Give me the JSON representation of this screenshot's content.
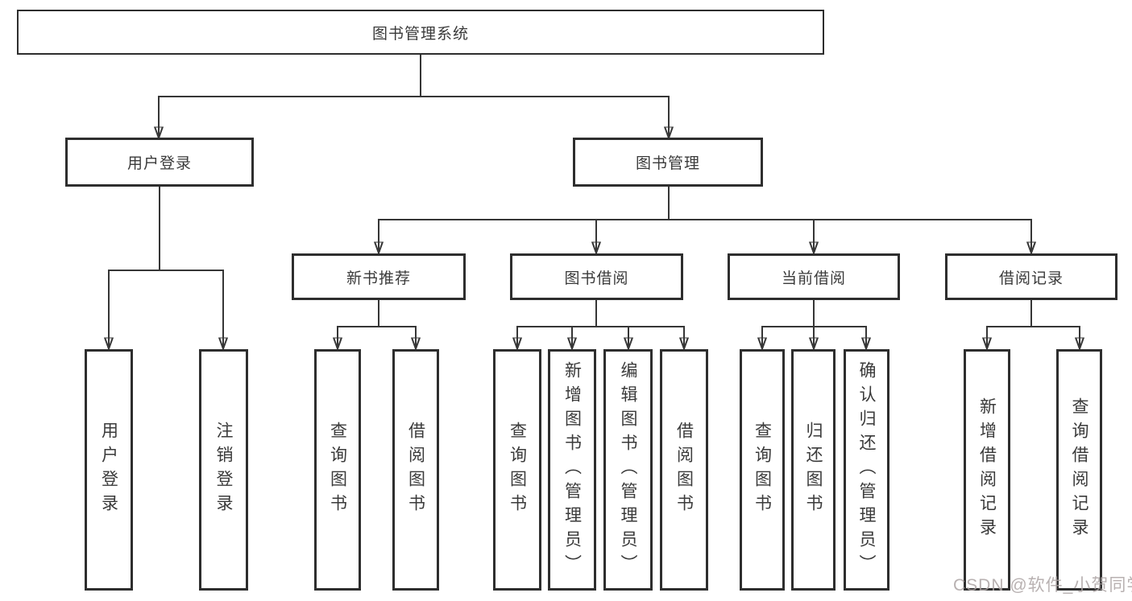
{
  "diagram": {
    "root": "图书管理系统",
    "branches": [
      {
        "label": "用户登录",
        "children": [
          "用户登录",
          "注销登录"
        ]
      },
      {
        "label": "图书管理",
        "children": [
          {
            "label": "新书推荐",
            "children": [
              "查询图书",
              "借阅图书"
            ]
          },
          {
            "label": "图书借阅",
            "children": [
              "查询图书",
              "新增图书（管理员）",
              "编辑图书（管理员）",
              "借阅图书"
            ]
          },
          {
            "label": "当前借阅",
            "children": [
              "查询图书",
              "归还图书",
              "确认归还（管理员）"
            ]
          },
          {
            "label": "借阅记录",
            "children": [
              "新增借阅记录",
              "查询借阅记录"
            ]
          }
        ]
      }
    ]
  },
  "watermark": "CSDN @软件_小贺同学",
  "colors": {
    "line": "#363636",
    "box_border": "#2e2e2e",
    "text": "#3a3a3a",
    "watermark": "#aca3a3",
    "background": "#ffffff"
  }
}
